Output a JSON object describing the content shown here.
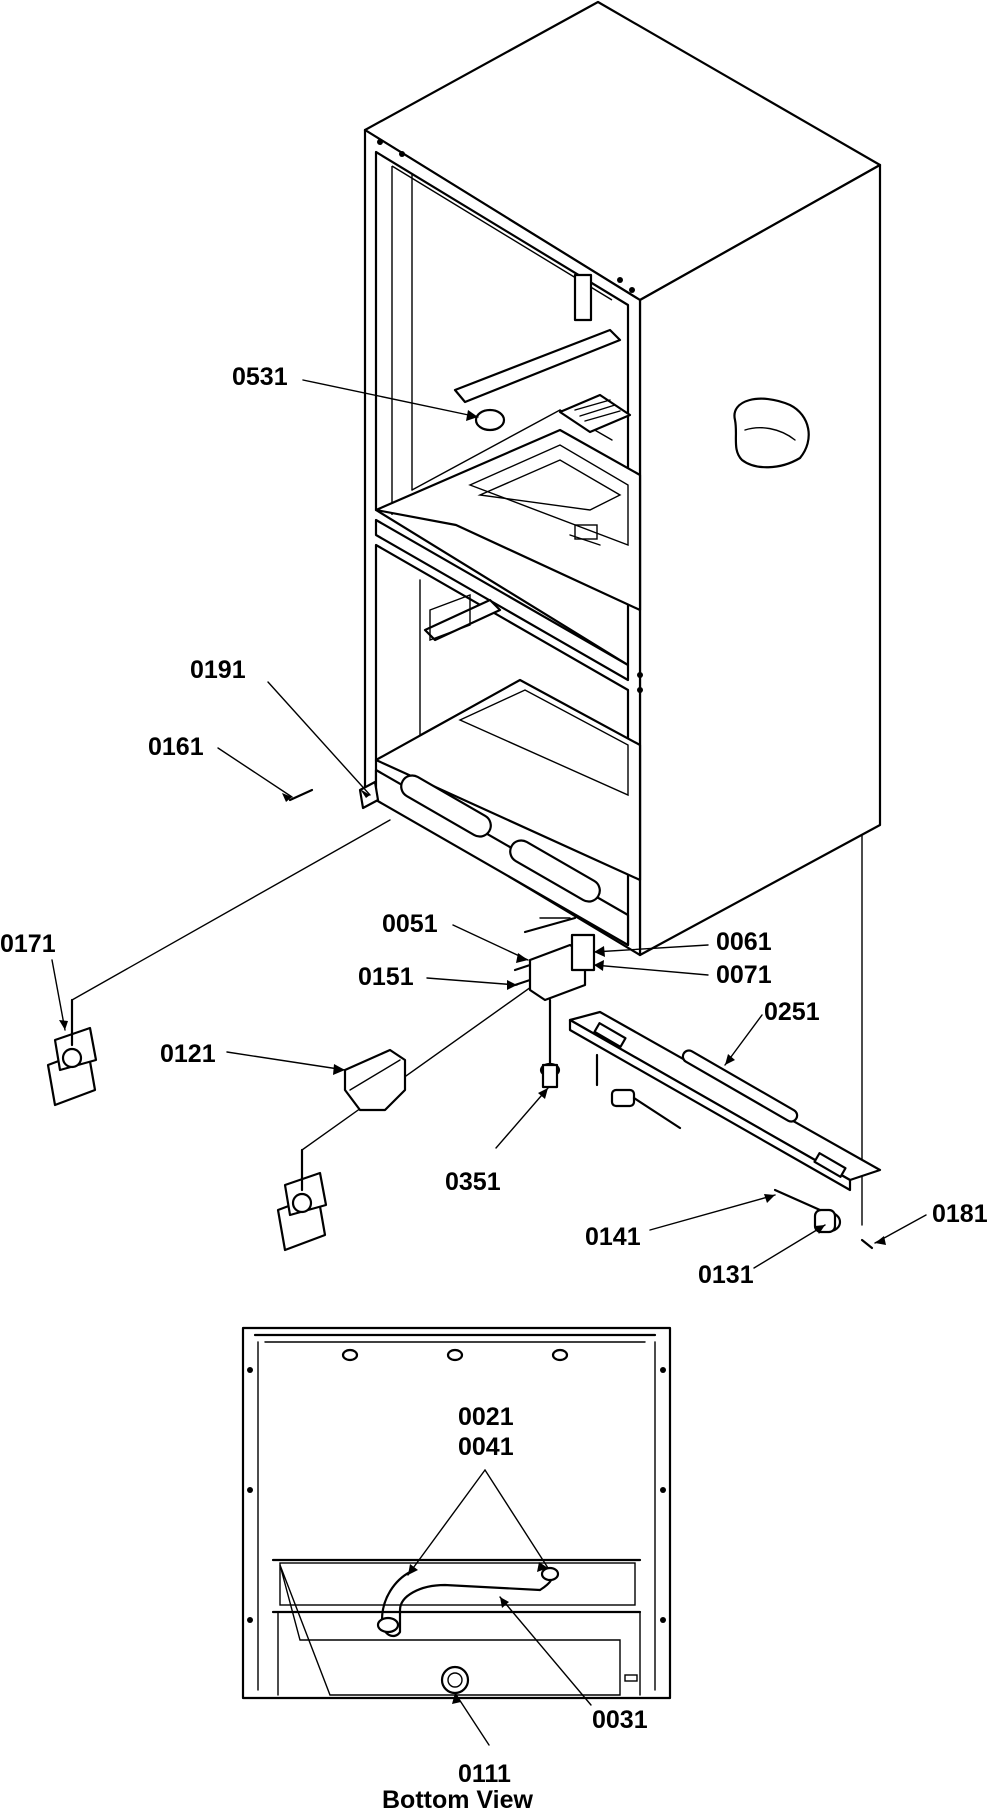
{
  "labels": {
    "l0531": "0531",
    "l0191": "0191",
    "l0161": "0161",
    "l0171": "0171",
    "l0051": "0051",
    "l0151": "0151",
    "l0061": "0061",
    "l0071": "0071",
    "l0121": "0121",
    "l0251": "0251",
    "l0351": "0351",
    "l0141": "0141",
    "l0181": "0181",
    "l0131": "0131",
    "l0021": "0021",
    "l0041": "0041",
    "l0031": "0031",
    "l0111": "0111"
  },
  "caption": "Bottom View"
}
